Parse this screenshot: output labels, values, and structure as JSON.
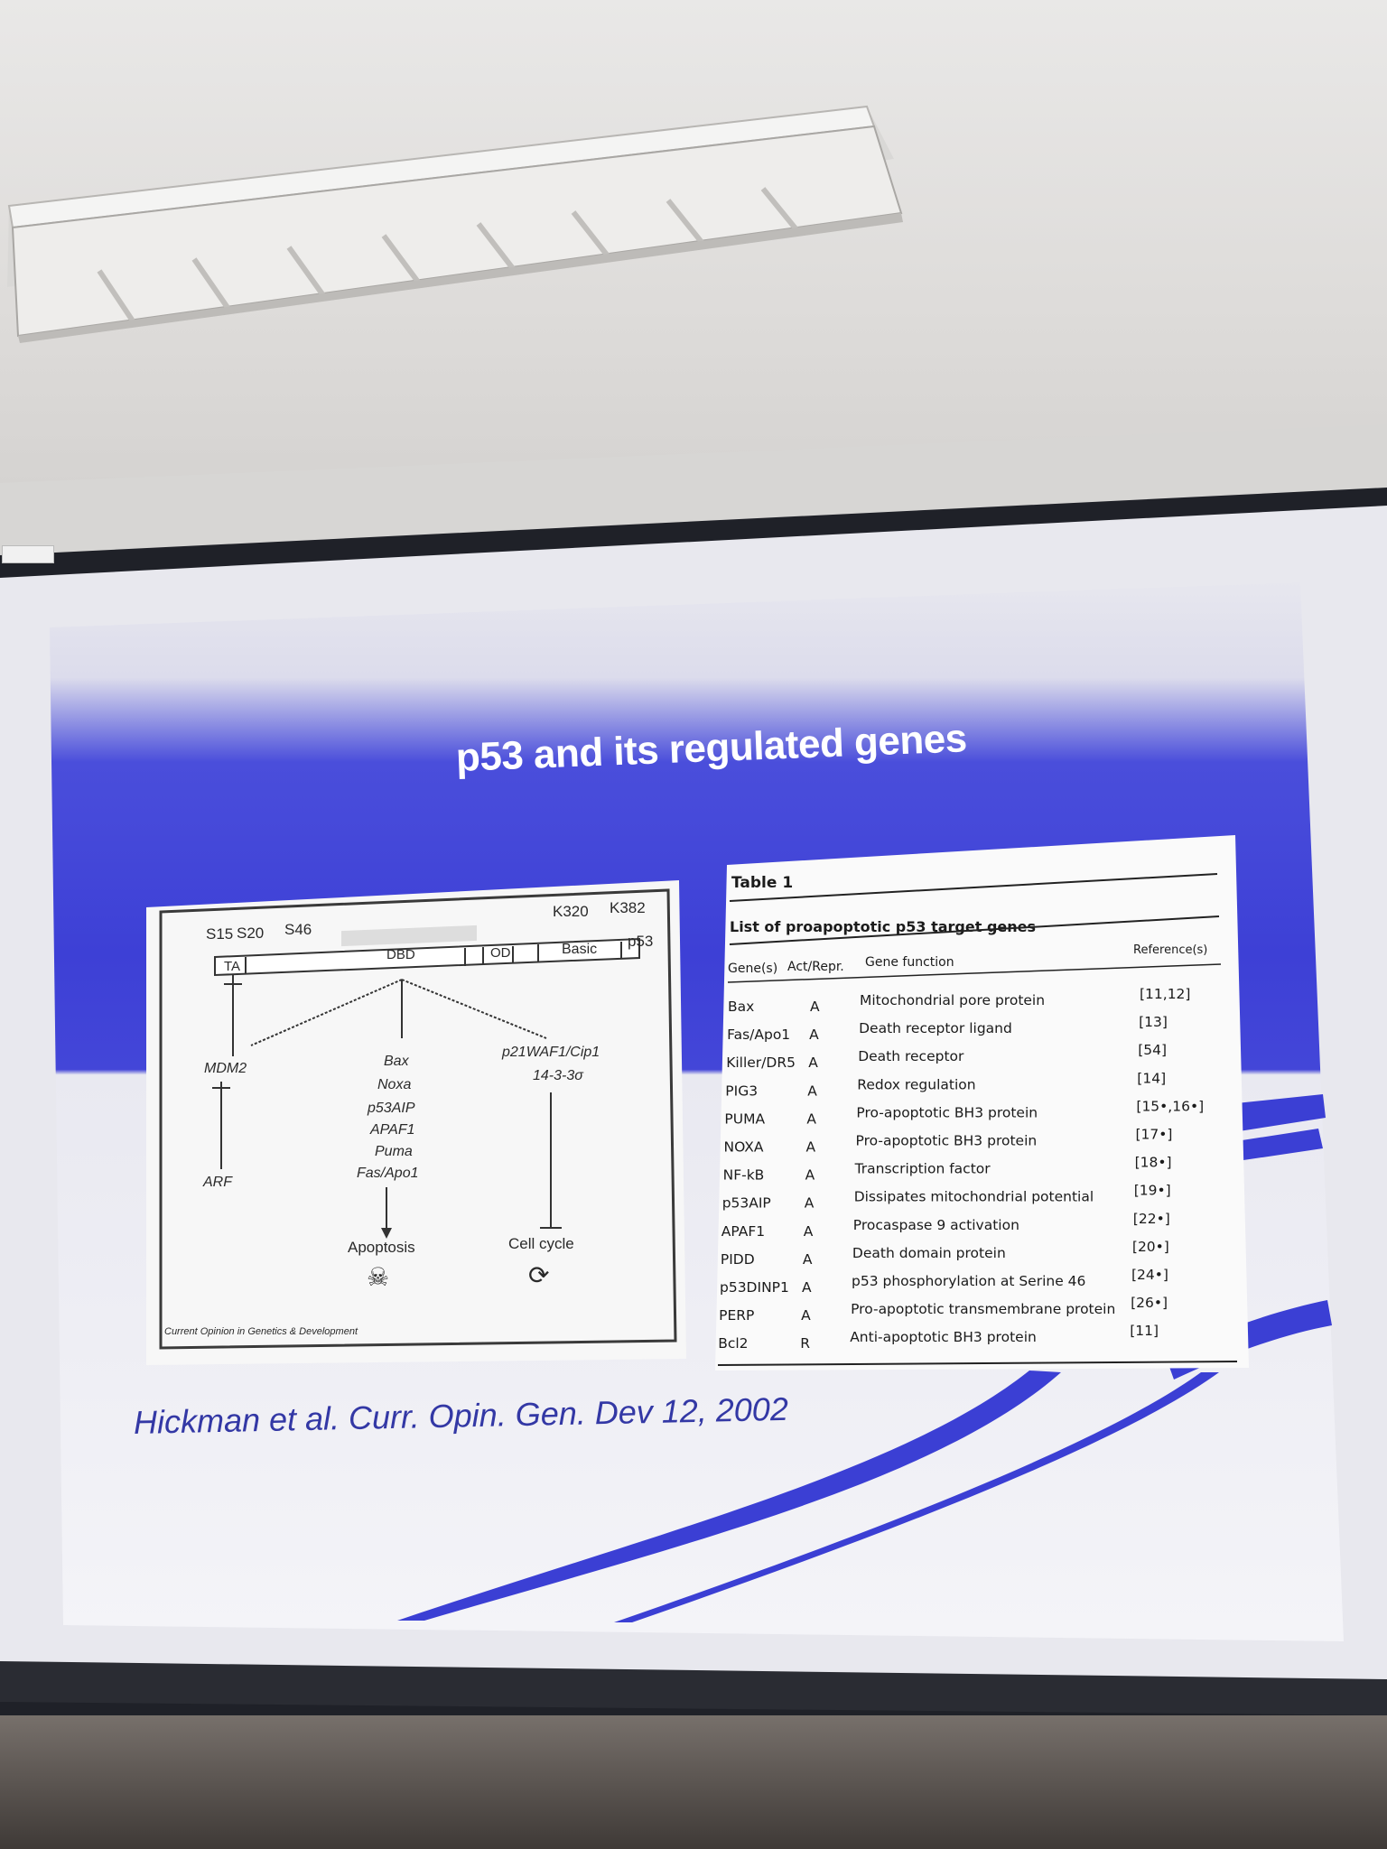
{
  "slide": {
    "title": "p53 and its regulated genes",
    "citation": "Hickman et al. Curr. Opin. Gen. Dev 12, 2002"
  },
  "diagram": {
    "sites_left": [
      "S15",
      "S20",
      "S46"
    ],
    "sites_right": [
      "K320",
      "K382"
    ],
    "domains": [
      "TA",
      "DBD",
      "OD",
      "Basic"
    ],
    "protein_label": "p53",
    "left_branch": {
      "gene": "MDM2",
      "regulator": "ARF"
    },
    "middle_branch": {
      "genes": [
        "Bax",
        "Noxa",
        "p53AIP",
        "APAF1",
        "Puma",
        "Fas/Apo1"
      ],
      "outcome": "Apoptosis"
    },
    "right_branch": {
      "genes": [
        "p21WAF1/Cip1",
        "14-3-3σ"
      ],
      "outcome": "Cell cycle"
    },
    "journal": "Current Opinion in Genetics & Development"
  },
  "table": {
    "label": "Table 1",
    "caption": "List of proapoptotic p53 target genes",
    "headers": [
      "Gene(s)",
      "Act/Repr.",
      "Gene function",
      "Reference(s)"
    ],
    "rows": [
      [
        "Bax",
        "A",
        "Mitochondrial pore protein",
        "[11,12]"
      ],
      [
        "Fas/Apo1",
        "A",
        "Death receptor ligand",
        "[13]"
      ],
      [
        "Killer/DR5",
        "A",
        "Death receptor",
        "[54]"
      ],
      [
        "PIG3",
        "A",
        "Redox regulation",
        "[14]"
      ],
      [
        "PUMA",
        "A",
        "Pro-apoptotic BH3 protein",
        "[15•,16•]"
      ],
      [
        "NOXA",
        "A",
        "Pro-apoptotic BH3 protein",
        "[17•]"
      ],
      [
        "NF-kB",
        "A",
        "Transcription factor",
        "[18•]"
      ],
      [
        "p53AIP",
        "A",
        "Dissipates mitochondrial potential",
        "[19•]"
      ],
      [
        "APAF1",
        "A",
        "Procaspase 9 activation",
        "[22•]"
      ],
      [
        "PIDD",
        "A",
        "Death domain protein",
        "[20•]"
      ],
      [
        "p53DINP1",
        "A",
        "p53 phosphorylation at Serine 46",
        "[24•]"
      ],
      [
        "PERP",
        "A",
        "Pro-apoptotic transmembrane protein",
        "[26•]"
      ],
      [
        "Bcl2",
        "R",
        "Anti-apoptotic BH3 protein",
        "[11]"
      ]
    ]
  },
  "colors": {
    "slide_blue": "#3d40d6",
    "slide_white": "#f2f2f7",
    "citation": "#3338a5"
  }
}
